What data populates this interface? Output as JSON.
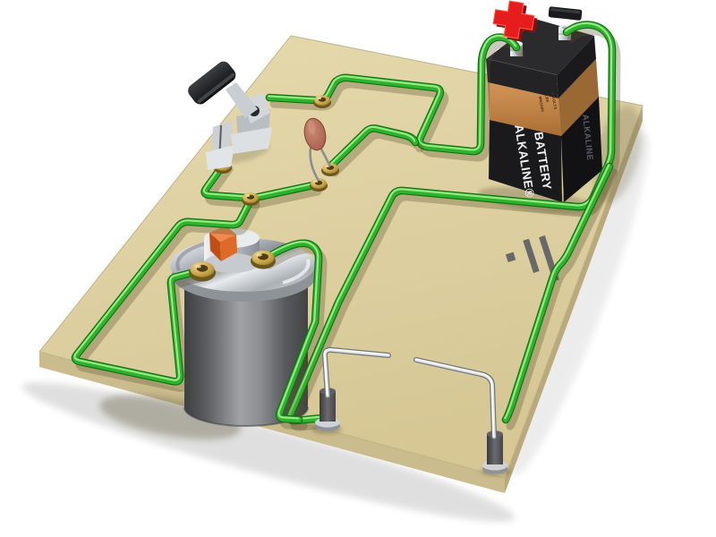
{
  "scene": {
    "type": "3d-render-illustration",
    "background": "#ffffff",
    "board": {
      "name": "circuit-baseboard",
      "color": "#decfa3",
      "edge_color": "#c6b483"
    }
  },
  "battery": {
    "label_line1": "ALKALINE®",
    "label_line2": "BATTERY",
    "side_label": "ALKALINE",
    "small_print": [
      "MN1500",
      "LR6",
      "9 VOLTS"
    ],
    "positive_symbol": "+",
    "negative_symbol": "−",
    "colors": {
      "body": "#1a1a1c",
      "band": "#c08347",
      "plus": "#e71c1c",
      "minus": "#1b1b1e"
    }
  },
  "wiring": {
    "color": "#2db42d",
    "runs": [
      "battery-positive-loop",
      "switch-to-capacitor",
      "branch-to-coil-left",
      "capacitor-upper-branch",
      "battery-negative-loop",
      "coil-right-to-gap",
      "negative-to-right-electrode"
    ]
  },
  "components": [
    {
      "name": "knife-switch",
      "color": "#1b1b1d"
    },
    {
      "name": "ceramic-disc-capacitor",
      "color": "#b06a56"
    },
    {
      "name": "induction-coil-canister",
      "body_color": "#8a8c8f",
      "cap_color": "#d7dbdf",
      "core_color": "#d4581e"
    },
    {
      "name": "spark-gap-electrodes",
      "color": "#e2e6e9",
      "base_color": "#46464a"
    },
    {
      "name": "brass-terminal-screws",
      "count": 7,
      "color": "#c5a044"
    },
    {
      "name": "spark-etch-marks",
      "count": 3,
      "color": "#68686a"
    }
  ]
}
